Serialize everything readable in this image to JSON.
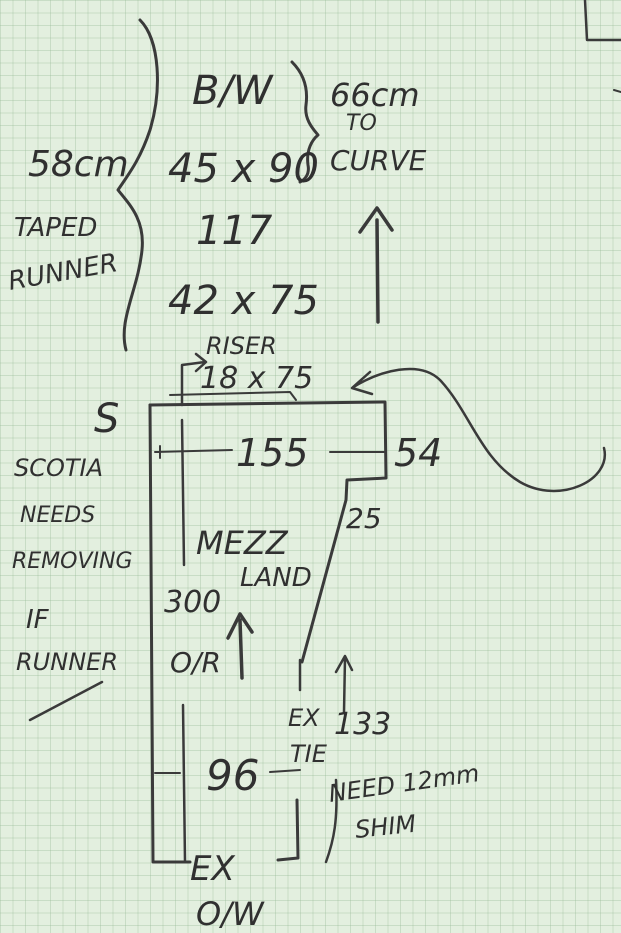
{
  "notes": {
    "top_run": {
      "width": "58cm",
      "line1": "TAPED",
      "line2": "RUNNER"
    },
    "treads": {
      "bw": "B/W",
      "size_a": "45 x 90",
      "rise": "117",
      "size_b": "42 x 75"
    },
    "to_curve": {
      "line1": "66cm",
      "line2": "TO",
      "line3": "CURVE"
    },
    "riser": {
      "label": "RISER",
      "size": "18 x 75"
    },
    "scotia": {
      "mark": "S",
      "line1": "SCOTIA",
      "line2": "NEEDS",
      "line3": "REMOVING",
      "line4": "IF",
      "line5": "RUNNER"
    },
    "landing": {
      "width": "155",
      "depth": "54",
      "taper": "25",
      "mezz": "MEZZ",
      "land": "LAND",
      "span": "300",
      "or": "O/R"
    },
    "lower": {
      "ex_tie": "EX",
      "tie": "TIE",
      "span": "133",
      "width": "96",
      "ex": "EX",
      "ow": "O/W",
      "shim_line1": "NEED 12mm",
      "shim_line2": "SHIM"
    }
  }
}
